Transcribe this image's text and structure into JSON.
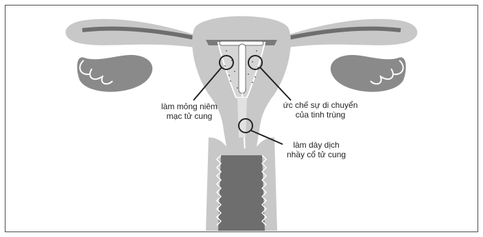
{
  "labels": {
    "endometrium": {
      "line1": "làm mỏng niêm",
      "line2": "mạc tử cung"
    },
    "sperm": {
      "line1": "ức chế sự di chuyển",
      "line2": "của tinh trùng"
    },
    "mucus": {
      "line1": "làm dày dịch",
      "line2": "nhầy cổ tử cung"
    }
  },
  "colors": {
    "frame": "#4a4a4a",
    "tissue": "#c8c8c8",
    "tissue_dark": "#7a7a7a",
    "cavity": "#d9d9d9",
    "vagina": "#6e6e6e",
    "device": "#ffffff",
    "leader": "#222222"
  }
}
